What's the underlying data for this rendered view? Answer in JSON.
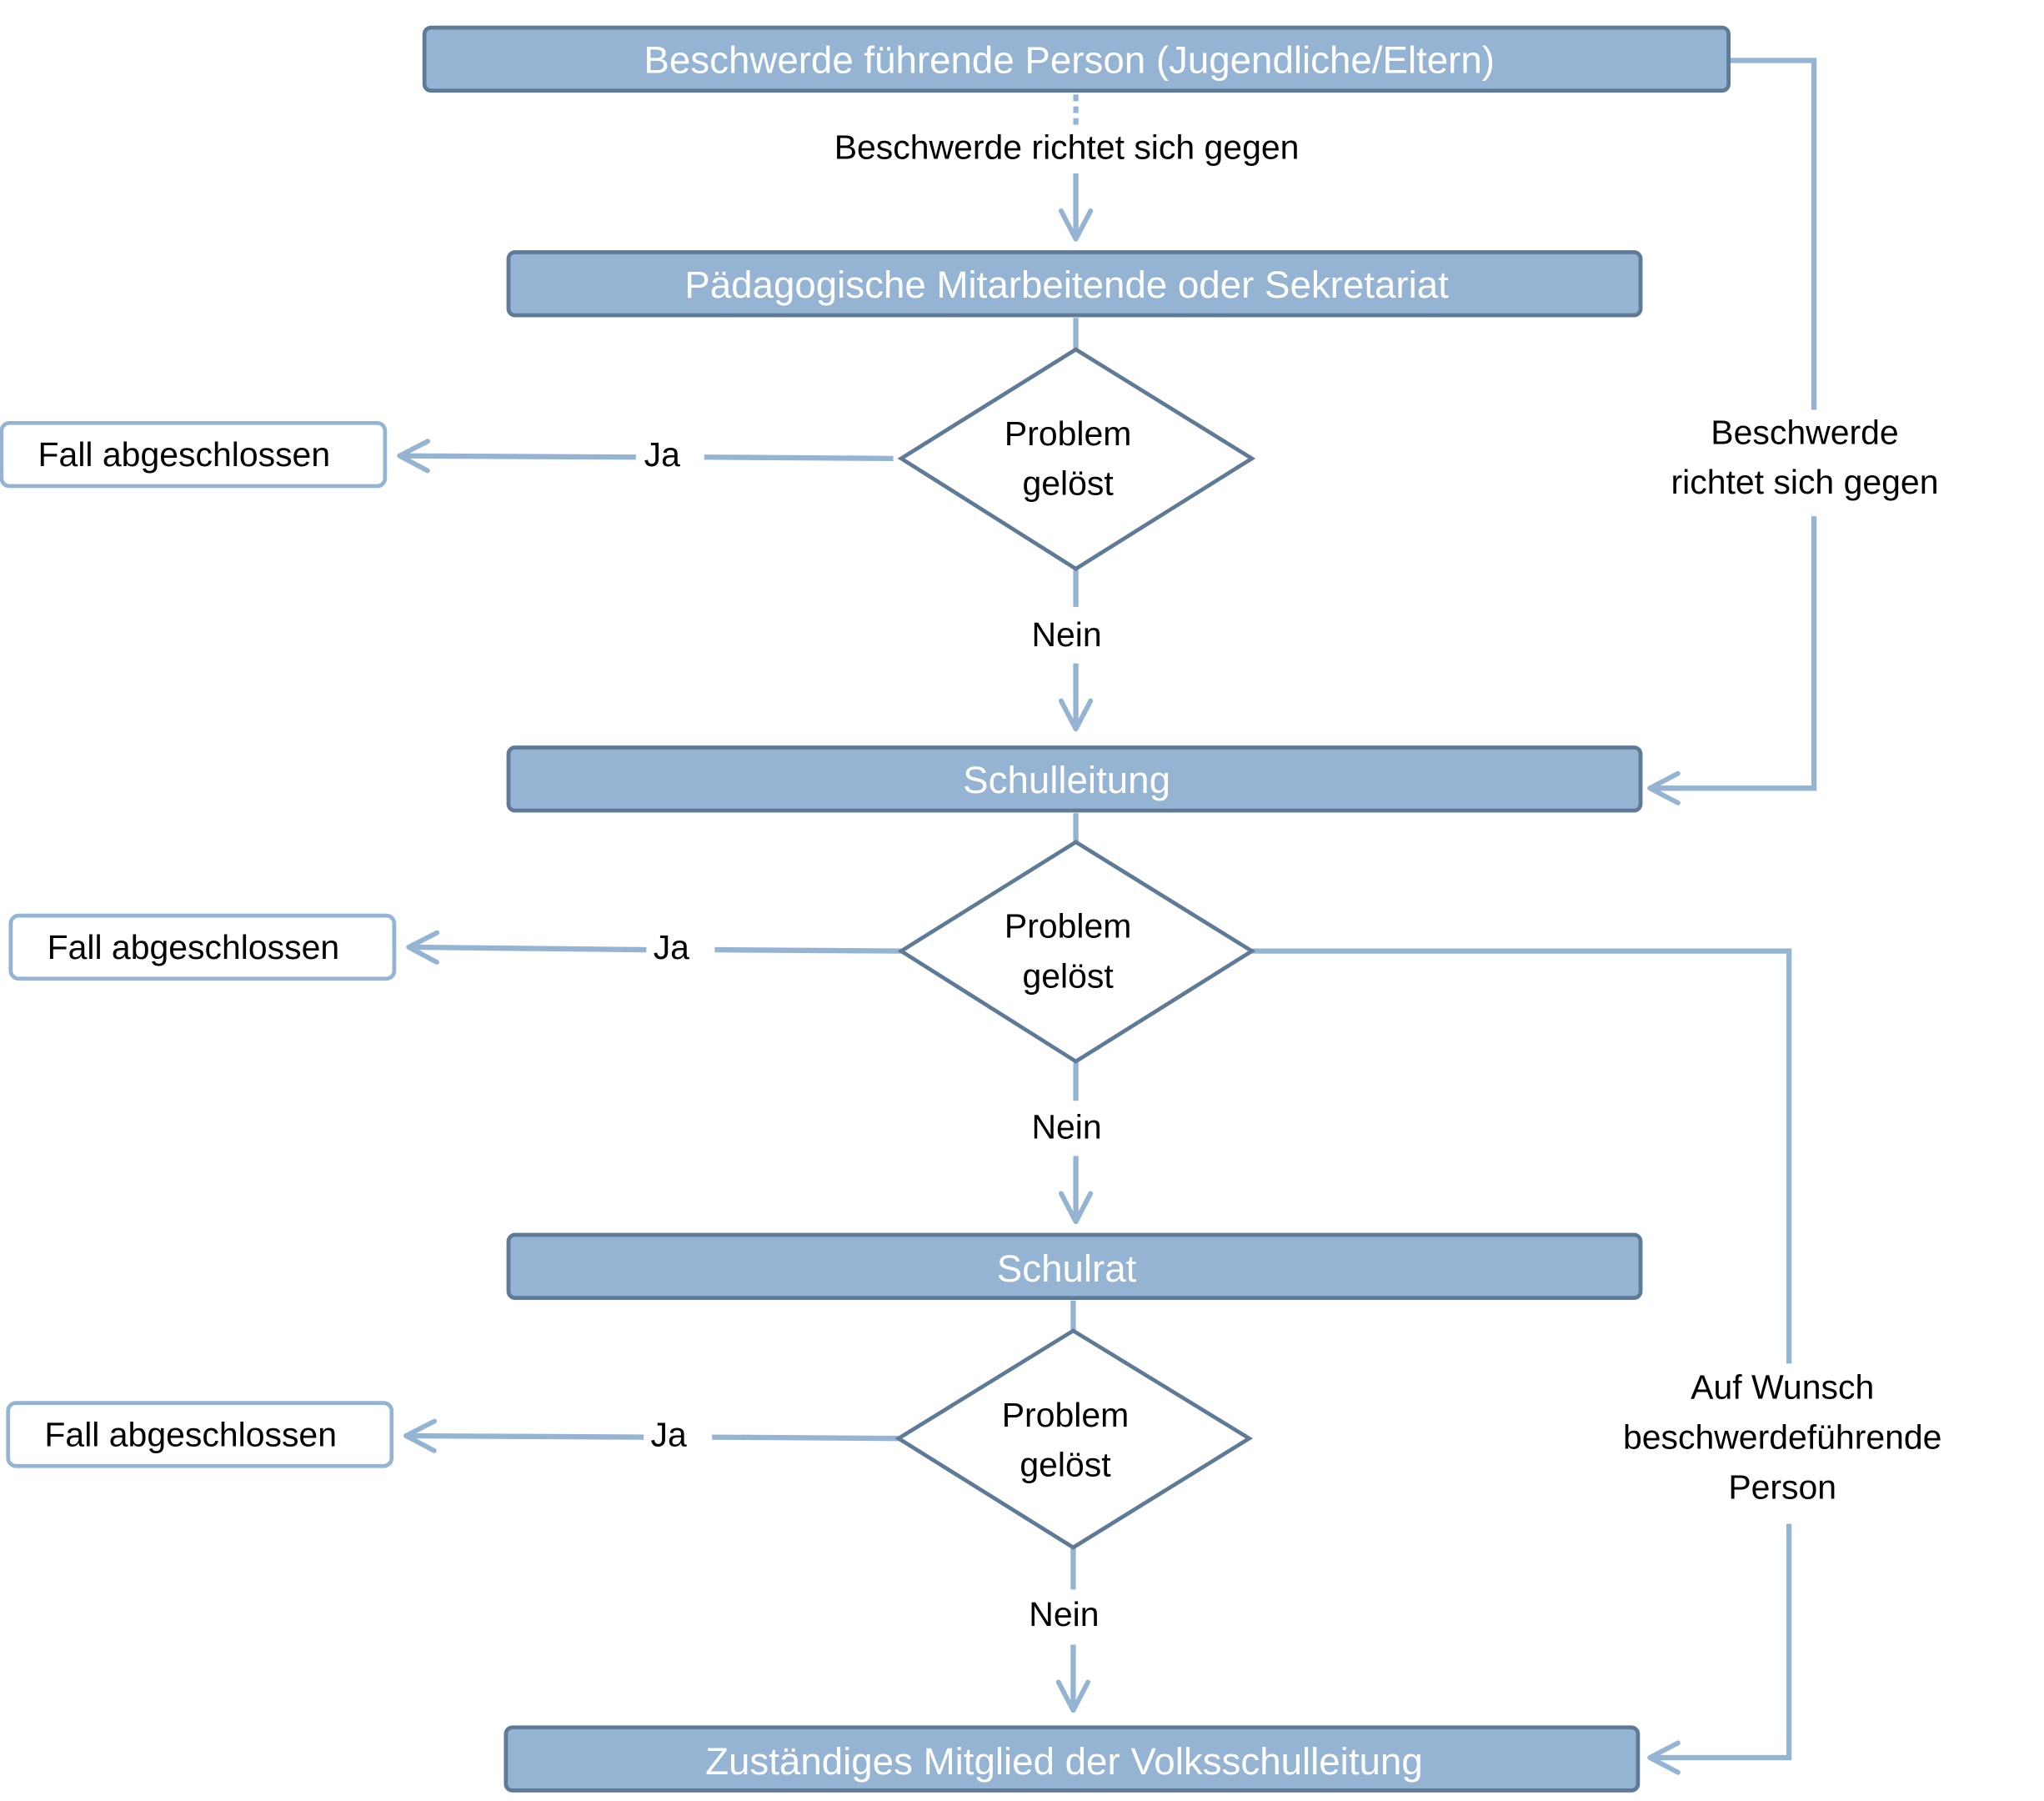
{
  "nodes": {
    "top": "Beschwerde führende Person (Jugendliche/Eltern)",
    "level1": "Pädagogische Mitarbeitende oder Sekretariat",
    "level2": "Schulleitung",
    "level3": "Schulrat",
    "level4": "Zuständiges Mitglied der Volksschulleitung"
  },
  "decision": {
    "line1": "Problem",
    "line2": "gelöst"
  },
  "outcome": "Fall abgeschlossen",
  "edge_labels": {
    "yes": "Ja",
    "no": "Nein",
    "complaint_against": "Beschwerde richtet sich gegen",
    "side_complaint_line1": "Beschwerde",
    "side_complaint_line2": "richtet sich gegen",
    "on_request_line1": "Auf Wunsch",
    "on_request_line2": "beschwerdeführende",
    "on_request_line3": "Person"
  },
  "colors": {
    "bar_fill": "#95B3D3",
    "bar_stroke": "#5F7A97",
    "connector": "#95B3D3",
    "diamond_stroke": "#5F7A97",
    "outcome_stroke": "#95B3D3"
  }
}
